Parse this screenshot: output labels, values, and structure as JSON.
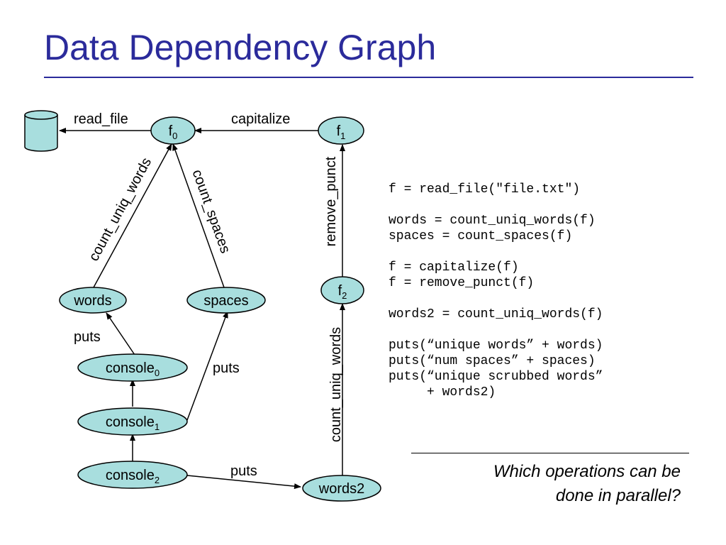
{
  "title": "Data Dependency Graph",
  "colors": {
    "title": "#2b2b9b",
    "node_fill": "#a8dede",
    "stroke": "#000000"
  },
  "icons": {
    "file": "database-cylinder-icon"
  },
  "nodes": {
    "f0": {
      "base": "f",
      "sub": "0"
    },
    "f1": {
      "base": "f",
      "sub": "1"
    },
    "f2": {
      "base": "f",
      "sub": "2"
    },
    "words": {
      "label": "words"
    },
    "spaces": {
      "label": "spaces"
    },
    "console0": {
      "base": "console",
      "sub": "0"
    },
    "console1": {
      "base": "console",
      "sub": "1"
    },
    "console2": {
      "base": "console",
      "sub": "2"
    },
    "words2": {
      "label": "words2"
    }
  },
  "edges": {
    "read_file": "read_file",
    "capitalize": "capitalize",
    "remove_punct": "remove_punct",
    "count_uniq_words_left": "count_uniq_words",
    "count_spaces": "count_spaces",
    "count_uniq_words_right": "count_uniq_words",
    "puts_words": "puts",
    "puts_spaces": "puts",
    "puts_words2": "puts"
  },
  "code": [
    "f = read_file(\"file.txt\")",
    "",
    "words = count_uniq_words(f)",
    "spaces = count_spaces(f)",
    "",
    "f = capitalize(f)",
    "f = remove_punct(f)",
    "",
    "words2 = count_uniq_words(f)",
    "",
    "puts(“unique words” + words)",
    "puts(“num spaces” + spaces)",
    "puts(“unique scrubbed words”",
    "     + words2)"
  ],
  "question": {
    "line1": "Which operations can be",
    "line2": "done in parallel?"
  }
}
